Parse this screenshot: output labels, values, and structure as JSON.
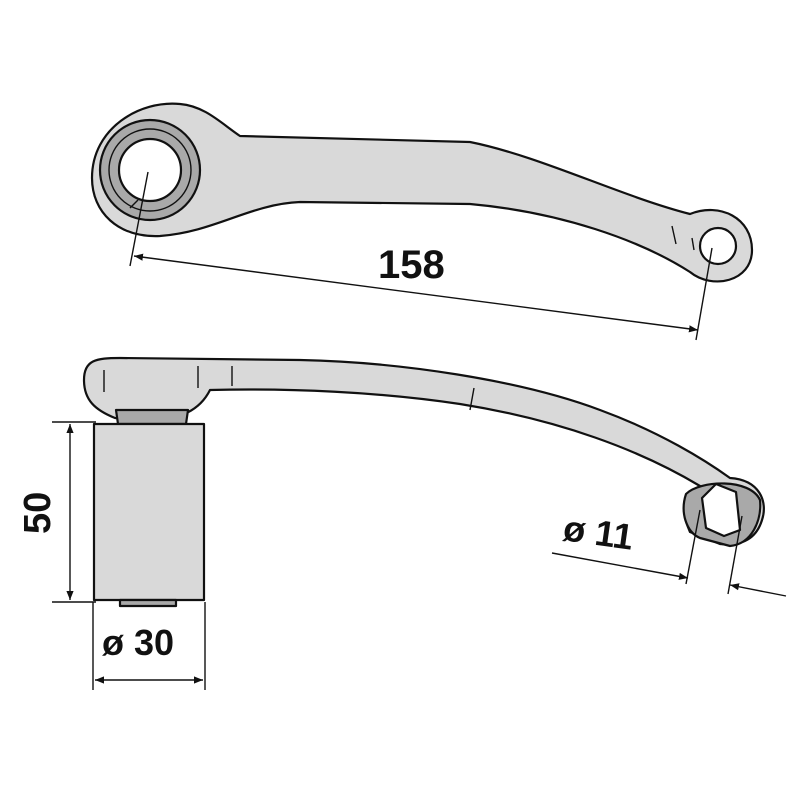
{
  "dimensions": {
    "length_label": "158",
    "height_label": "50",
    "bush_diameter_label": "ø 30",
    "hole_diameter_label": "ø 11"
  },
  "colors": {
    "part_fill": "#d9d9d9",
    "shade_fill": "#a9a9a9",
    "line": "#111111"
  }
}
